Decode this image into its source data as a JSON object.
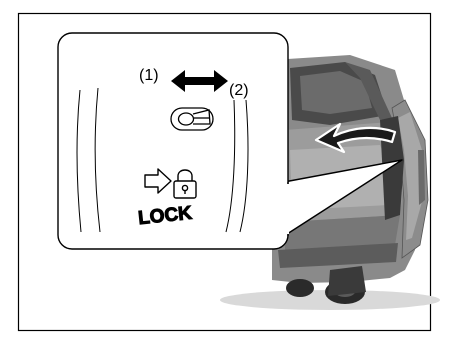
{
  "callout": {
    "position_1_label": "(1)",
    "position_2_label": "(2)",
    "lock_label": "LOCK"
  },
  "colors": {
    "background": "#ffffff",
    "frame": "#000000",
    "car_body": "#7a7a7a",
    "car_dark": "#3a3a3a",
    "callout_fill": "#ffffff"
  },
  "icons": [
    "double-arrow-icon",
    "lever-icon",
    "lock-icon",
    "open-door-arrow-icon"
  ]
}
